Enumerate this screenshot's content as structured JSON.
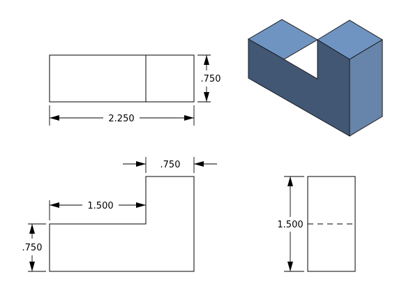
{
  "drawing": {
    "top_view": {
      "width_dim": "2.250",
      "depth_dim": ".750"
    },
    "front_view": {
      "step_width_dim": "1.500",
      "upright_width_dim": ".750",
      "base_height_dim": ".750"
    },
    "side_view": {
      "height_dim": "1.500"
    },
    "iso_view": {
      "colors": {
        "top": "#6f94c2",
        "front": "#425774",
        "side": "#6784aa",
        "edge": "#1a1a1a"
      }
    }
  }
}
